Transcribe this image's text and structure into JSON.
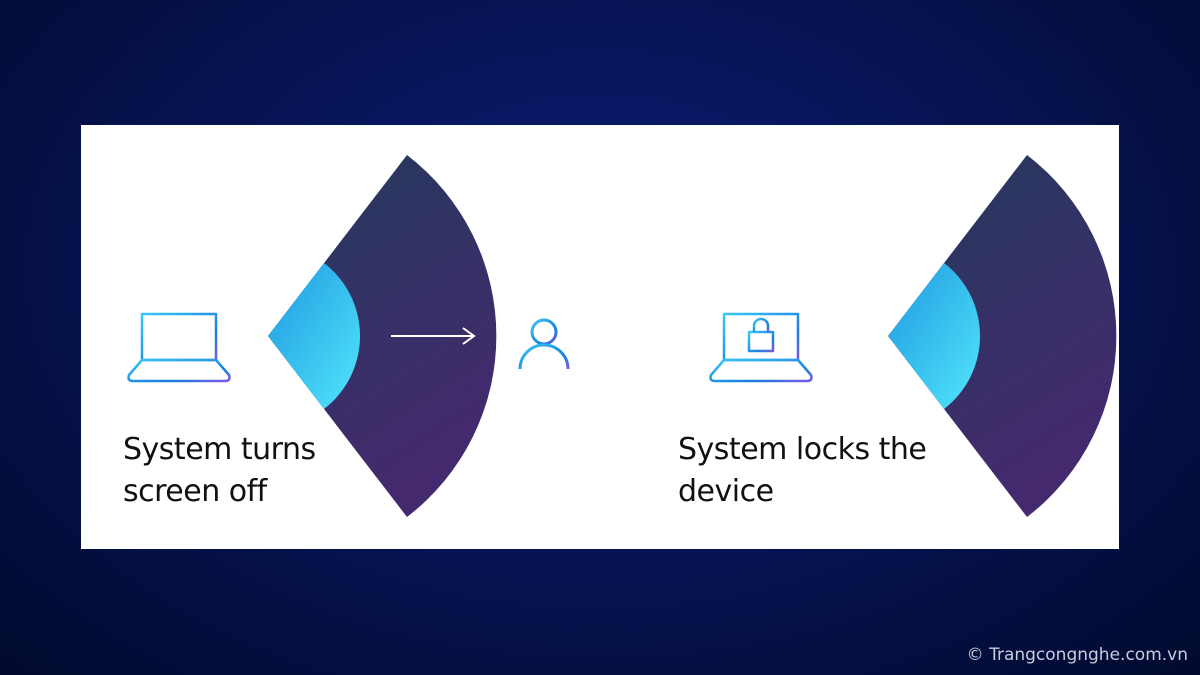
{
  "panels": [
    {
      "caption_line1": "System turns",
      "caption_line2": "screen off",
      "icons": [
        "laptop-icon",
        "arrow-right-icon",
        "person-icon"
      ]
    },
    {
      "caption_line1": "System locks the",
      "caption_line2": "device",
      "icons": [
        "laptop-lock-icon"
      ]
    }
  ],
  "watermark": "© Trangcongnghe.com.vn",
  "colors": {
    "fan_top": "#253a5e",
    "fan_bottom": "#432a6e",
    "inner_light": "#4ee0fa",
    "inner_dark": "#1f9fe0",
    "icon_blue": "#1e90e0"
  }
}
